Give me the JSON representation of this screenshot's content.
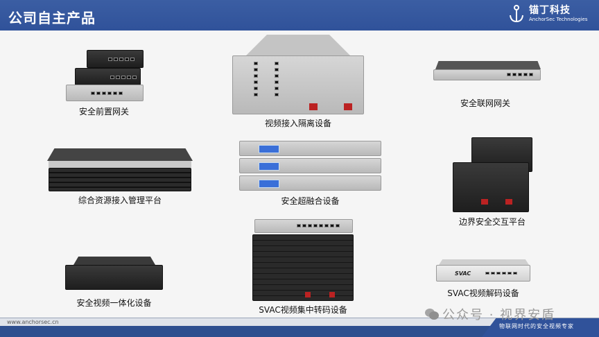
{
  "header": {
    "title": "公司自主产品",
    "logo": {
      "name_cn": "锚丁科技",
      "name_en": "AnchorSec Technologies"
    },
    "color": "#30529a"
  },
  "products": [
    {
      "name": "安全前置网关"
    },
    {
      "name": "视频接入隔离设备"
    },
    {
      "name": "安全联网网关"
    },
    {
      "name": "综合资源接入管理平台"
    },
    {
      "name": "安全超融合设备"
    },
    {
      "name": "边界安全交互平台"
    },
    {
      "name": "安全视频一体化设备"
    },
    {
      "name": "SVAC视频集中转码设备"
    },
    {
      "name": "SVAC视频解码设备",
      "device_label": "SVAC"
    }
  ],
  "footer": {
    "url": "www.anchorsec.cn",
    "slogan": "物联网时代的安全视频专家",
    "watermark": "公众号 · 视界安盾"
  }
}
